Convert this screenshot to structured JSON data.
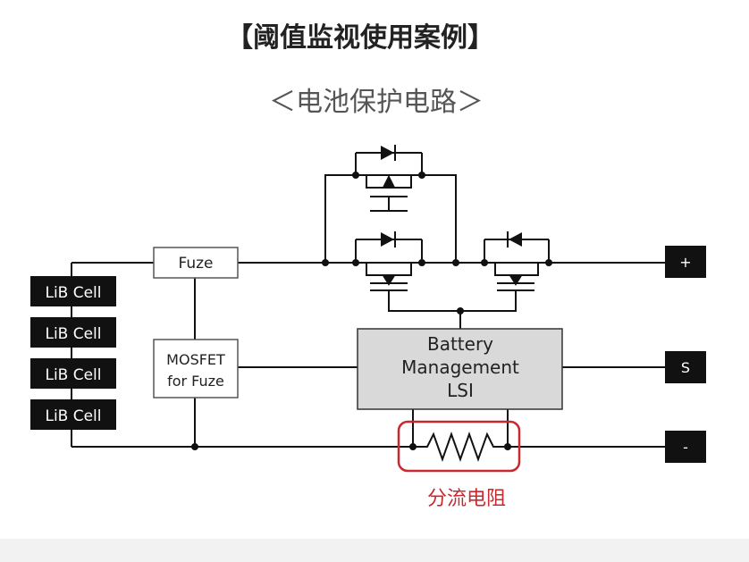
{
  "title": "【阈值监视使用案例】",
  "subtitle": "＜电池保护电路＞",
  "cells": [
    "LiB Cell",
    "LiB Cell",
    "LiB Cell",
    "LiB Cell"
  ],
  "fuze_label": "Fuze",
  "mosfet_label": [
    "MOSFET",
    "for Fuze"
  ],
  "bms_label": [
    "Battery",
    "Management",
    "LSI"
  ],
  "terminals": {
    "plus": "+",
    "s": "S",
    "minus": "-"
  },
  "shunt_label": "分流电阻",
  "colors": {
    "black": "#111111",
    "highlight": "#c8282e",
    "bms_fill": "#d9d9d9",
    "footer": "#f2f2f2"
  }
}
